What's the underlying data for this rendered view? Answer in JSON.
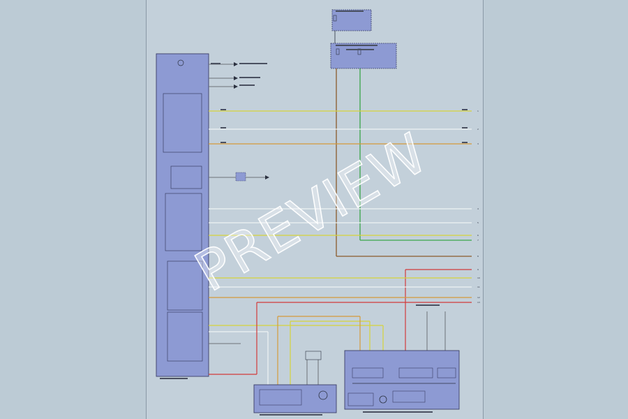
{
  "watermark": {
    "text": "PREVIEW"
  },
  "colors": {
    "background": "#bccbd5",
    "sheet": "#c3d0da",
    "module_fill": "#8d9ad3",
    "module_stroke": "#3a3f66",
    "wire_yellow": "#d6d33a",
    "wire_orange": "#d59a3a",
    "wire_red": "#d23a3a",
    "wire_green": "#3aa64a",
    "wire_brown": "#8a5a2a",
    "wire_white": "#eef3f4",
    "wire_gray": "#6d7278"
  },
  "diagram": {
    "pin_numbers_right": [
      "1",
      "2",
      "3",
      "4",
      "5",
      "6",
      "7",
      "8",
      "9",
      "10",
      "11",
      "12",
      "13"
    ]
  }
}
